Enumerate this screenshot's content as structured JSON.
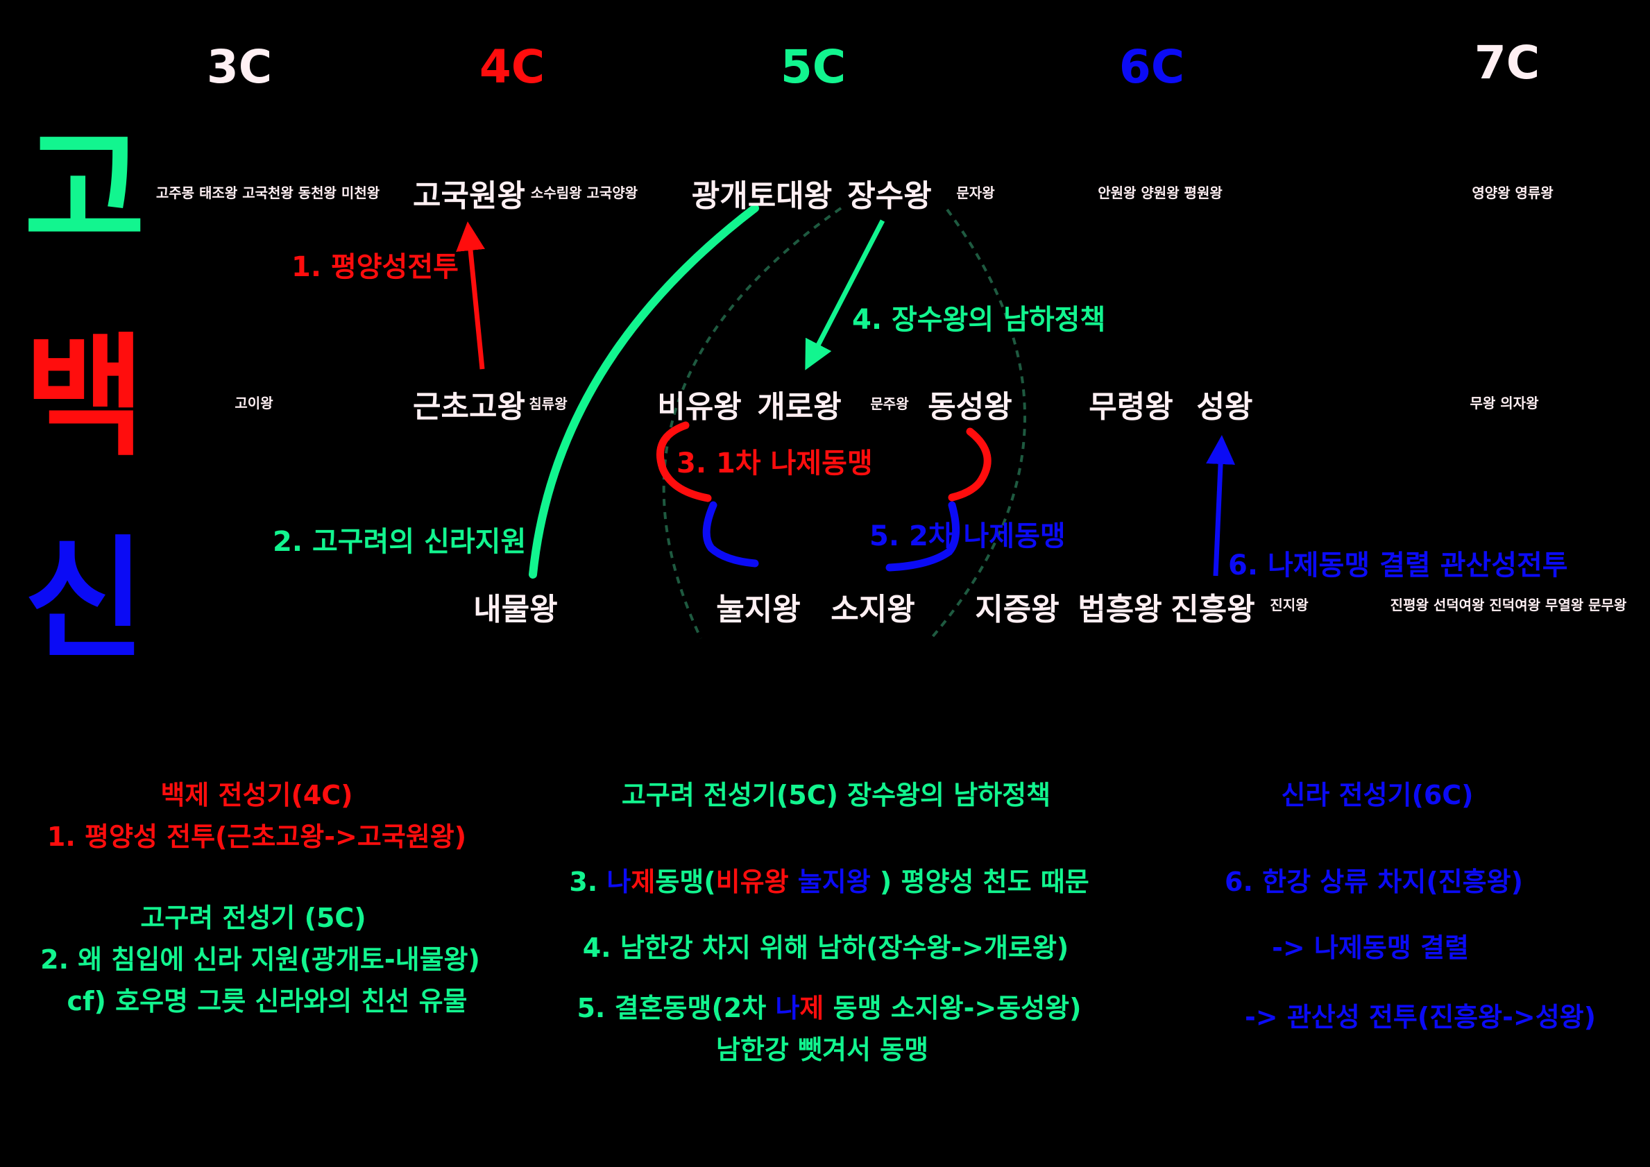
{
  "colors": {
    "white": "#fff0f3",
    "red": "#ff0d0d",
    "green": "#12f58f",
    "blue": "#0b0bf5",
    "dash": "#1e5a40"
  },
  "centuries": [
    "3C",
    "4C",
    "5C",
    "6C",
    "7C"
  ],
  "kingdoms": [
    "고",
    "백",
    "신"
  ],
  "goguryeo": {
    "early": "고주몽 태조왕 고국천왕 동천왕 미천왕",
    "gogukwon": "고국원왕",
    "after4c": "소수림왕 고국양왕",
    "gwanggaeto": "광개토대왕",
    "jangsu": "장수왕",
    "munja": "문자왕",
    "c6": "안원왕 양원왕 평원왕",
    "c7": "영양왕 영류왕"
  },
  "baekje": {
    "goi": "고이왕",
    "geunchogo": "근초고왕",
    "chimnyu": "침류왕",
    "biyu": "비유왕",
    "gaero": "개로왕",
    "munju": "문주왕",
    "dongseong": "동성왕",
    "muryeong": "무령왕",
    "seong": "성왕",
    "c7": "무왕 의자왕"
  },
  "silla": {
    "naemul": "내물왕",
    "nulji": "눌지왕",
    "soji": "소지왕",
    "jijeung": "지증왕",
    "beopheung": "법흥왕",
    "jinheung": "진흥왕",
    "jinji": "진지왕",
    "c7": "진평왕 선덕여왕 진덕여왕 무열왕 문무왕"
  },
  "events": {
    "e1": "1. 평양성전투",
    "e2": "2. 고구려의 신라지원",
    "e3": "3. 1차 나제동맹",
    "e4": "4. 장수왕의 남하정책",
    "e5": "5. 2차 나제동맹",
    "e6": "6. 나제동맹 결렬 관산성전투"
  },
  "summary": {
    "left": {
      "title1": "백제 전성기(4C)",
      "line1": "1. 평양성 전투(근초고왕->고국원왕)",
      "title2": "고구려 전성기 (5C)",
      "line2": "2. 왜 침입에 신라 지원(광개토-내물왕)",
      "line3": "cf) 호우명 그릇 신라와의 친선 유물"
    },
    "middle": {
      "title": "고구려 전성기(5C)  장수왕의 남하정책",
      "l3_a": "3.  ",
      "l3_b": "나",
      "l3_c": "제",
      "l3_d": "동맹(",
      "l3_e": "비유왕",
      "l3_f": " 눌지왕",
      "l3_g": " ) 평양성 천도 때문",
      "l4": "4. 남한강 차지 위해 남하(장수왕->개로왕)",
      "l5_a": "5. 결혼동맹(2차 ",
      "l5_b": "나",
      "l5_c": "제",
      "l5_d": " 동맹 소지왕->동성왕)",
      "l5_2": "남한강 뺏겨서 동맹"
    },
    "right": {
      "title": "신라 전성기(6C)",
      "l1": "6. 한강 상류 차지(진흥왕)",
      "l2": "-> 나제동맹 결렬",
      "l3": "-> 관산성 전투(진흥왕->성왕)"
    }
  }
}
